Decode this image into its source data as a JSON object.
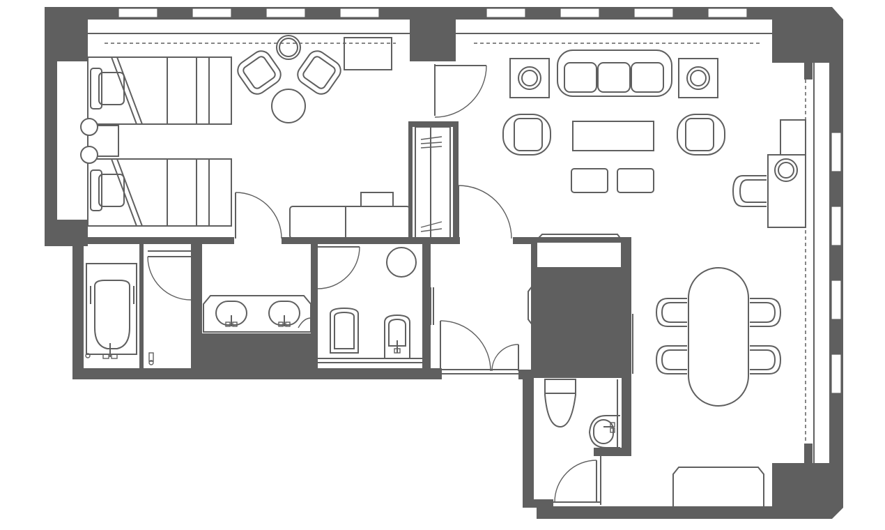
{
  "floorplan": {
    "colors": {
      "wall": "#5f5f5f",
      "background": "#ffffff",
      "line": "#5f5f5f"
    },
    "rooms": [
      "bedroom",
      "bathroom-tub",
      "vanity",
      "toilet-bidet",
      "entry-hall",
      "living-room",
      "dining-area",
      "guest-toilet",
      "closet"
    ],
    "furniture_icons": [
      "single-bed-icon",
      "armchair-icon",
      "round-table-icon",
      "sofa-icon",
      "coffee-table-icon",
      "ottoman-icon",
      "side-table-lamp-icon",
      "desk-icon",
      "office-chair-icon",
      "dining-table-icon",
      "dining-chair-icon",
      "bathtub-icon",
      "double-vanity-icon",
      "toilet-icon",
      "bidet-icon",
      "sink-icon",
      "door-swing-icon",
      "window-icon",
      "wardrobe-icon",
      "console-icon"
    ]
  }
}
